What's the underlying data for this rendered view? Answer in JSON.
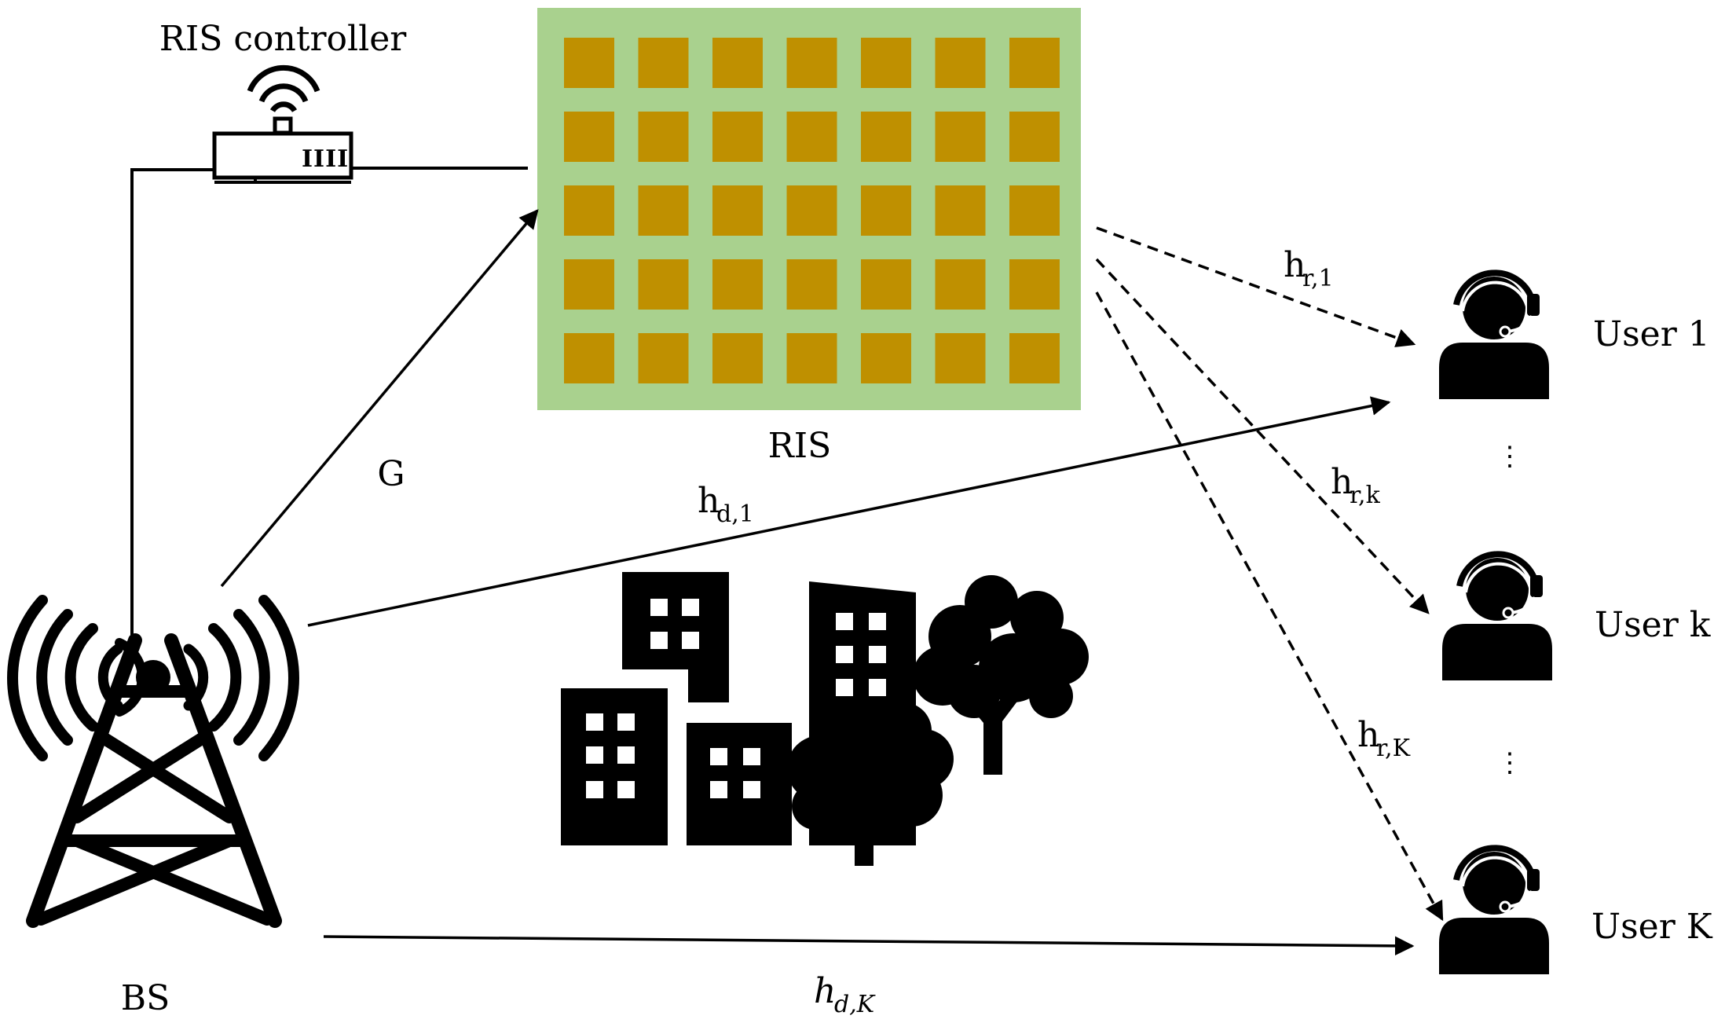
{
  "labels": {
    "ris_controller": "RIS controller",
    "ris": "RIS",
    "bs": "BS",
    "g": "G",
    "hd1_main": "h",
    "hd1_sub": "d,1",
    "hdK_main": "h",
    "hdK_sub": "d,K",
    "hr1_main": "h",
    "hr1_sub": "r,1",
    "hrk_main": "h",
    "hrk_sub": "r,k",
    "hrK_main": "h",
    "hrK_sub": "r,K",
    "user1": "User 1",
    "userk": "User k",
    "userK": "User K",
    "controller_marks": "IIII",
    "dots1": "⋮",
    "dots2": "⋮"
  },
  "colors": {
    "ris_board": "#a9d18e",
    "ris_element": "#bf9000",
    "ink": "#000000",
    "background": "#ffffff"
  },
  "ris_grid": {
    "rows": 5,
    "cols": 7
  },
  "icons": {
    "base_station": "radio-tower-icon",
    "controller": "wifi-router-icon",
    "city": "buildings-trees-icon",
    "user": "headset-user-icon"
  }
}
